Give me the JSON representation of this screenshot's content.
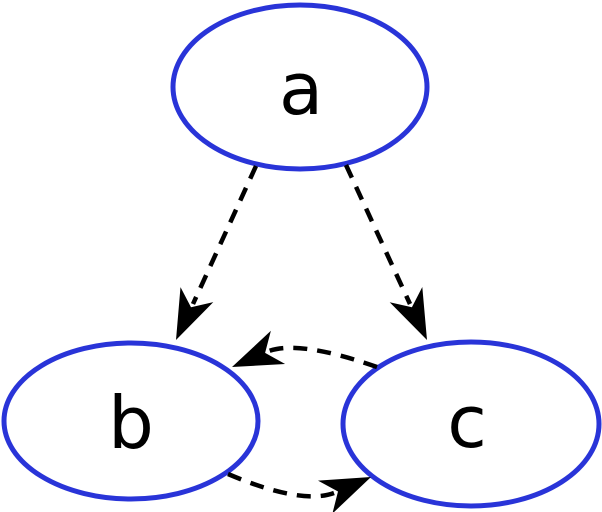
{
  "page": {
    "background": "#ffffff",
    "description": "Directed graph diagram with three elliptical nodes and dashed arrow edges"
  },
  "colors": {
    "node_border": "#2934d8",
    "node_fill": "#ffffff",
    "edge": "#000000",
    "label": "#000000"
  },
  "graph": {
    "type": "directed",
    "edge_style": "dashed",
    "nodes": [
      {
        "id": "a",
        "label": "a"
      },
      {
        "id": "b",
        "label": "b"
      },
      {
        "id": "c",
        "label": "c"
      }
    ],
    "edges": [
      {
        "from": "a",
        "to": "b",
        "style": "dashed",
        "shape": "straight"
      },
      {
        "from": "a",
        "to": "c",
        "style": "dashed",
        "shape": "straight"
      },
      {
        "from": "c",
        "to": "b",
        "style": "dashed",
        "shape": "curved"
      },
      {
        "from": "b",
        "to": "c",
        "style": "dashed",
        "shape": "curved"
      }
    ]
  }
}
